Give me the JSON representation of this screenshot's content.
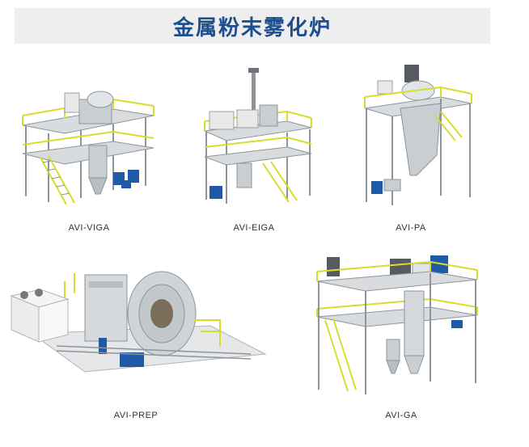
{
  "page": {
    "title": "金属粉末雾化炉",
    "title_color": "#1d4e8f"
  },
  "products": [
    {
      "model": "AVI-VIGA"
    },
    {
      "model": "AVI-EIGA"
    },
    {
      "model": "AVI-PA"
    },
    {
      "model": "AVI-PREP"
    },
    {
      "model": "AVI-GA"
    }
  ],
  "colors": {
    "frame": "#8e9499",
    "railing": "#d8dd2a",
    "equipment": "#c9ced2",
    "motor": "#1f5aa6",
    "panel": "#e8e8e8"
  }
}
